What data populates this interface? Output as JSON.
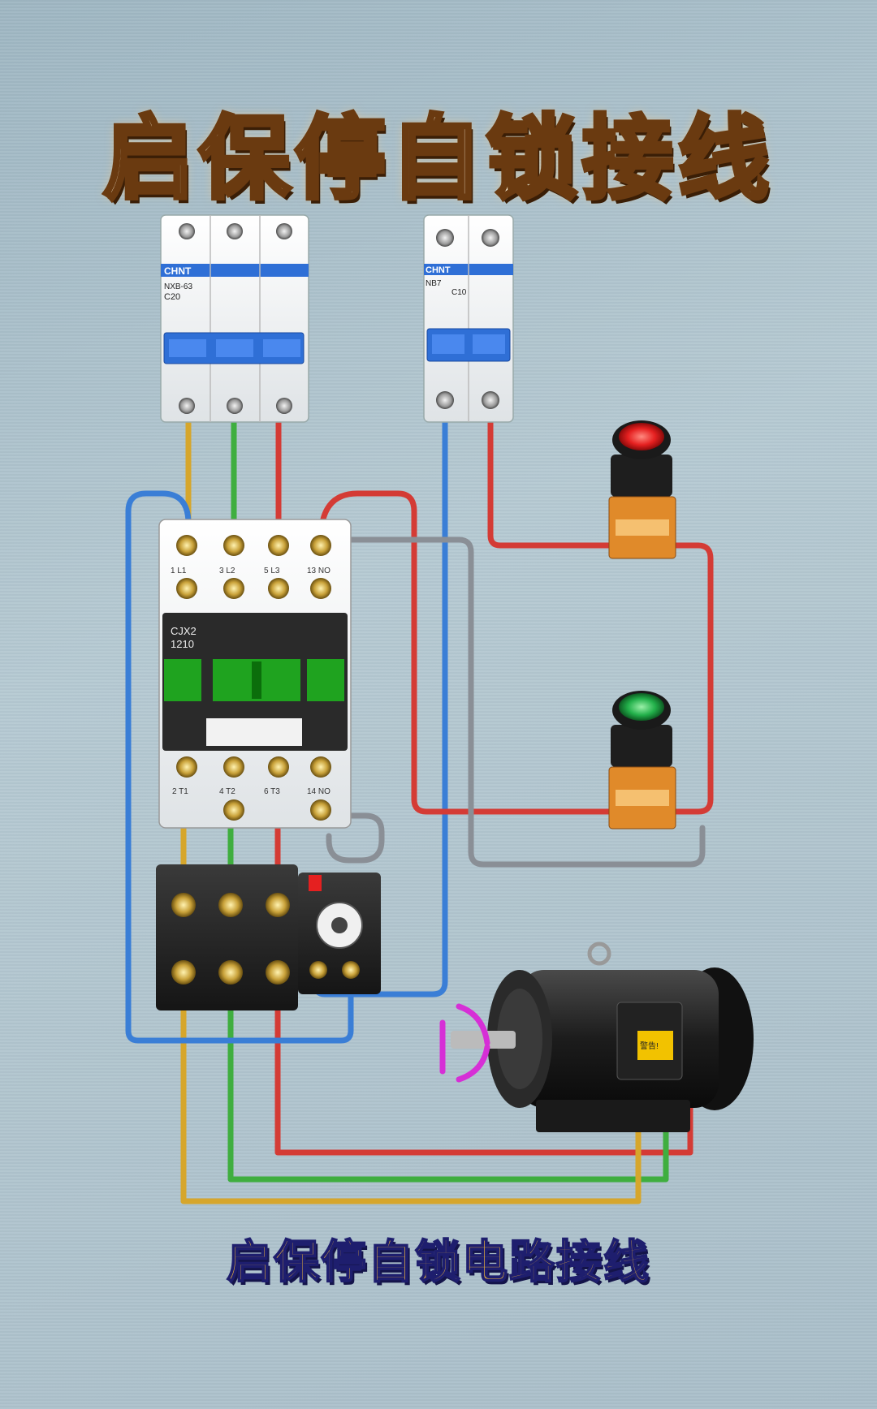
{
  "title": "启保停自锁接线",
  "subtitle": "启保停自锁电路接线",
  "breaker3p": {
    "brand": "CHNT",
    "model": "NXB-63",
    "rating": "C20"
  },
  "breaker2p": {
    "brand": "CHNT",
    "model": "NB7",
    "rating": "C10"
  },
  "contactor": {
    "model_line1": "CJX2",
    "model_line2": "1210",
    "top_labels": [
      "1 L1",
      "3 L2",
      "5 L3",
      "13 NO"
    ],
    "bottom_labels": [
      "2 T1",
      "4 T2",
      "6 T3",
      "14 NO"
    ]
  },
  "motor_label": "警告!",
  "colors": {
    "wire_yellow": "#d6a62c",
    "wire_green": "#3fae3f",
    "wire_red": "#d43b35",
    "wire_blue": "#3a7ed6",
    "wire_gray": "#8a8f96",
    "breaker_blue": "#2f6fd6",
    "contactor_green": "#1fa31f",
    "stop_button": "#e52020",
    "start_button": "#22b04a"
  },
  "icons": [
    "circuit-breaker-icon",
    "contactor-icon",
    "thermal-relay-icon",
    "stop-button-icon",
    "start-button-icon",
    "motor-icon"
  ]
}
